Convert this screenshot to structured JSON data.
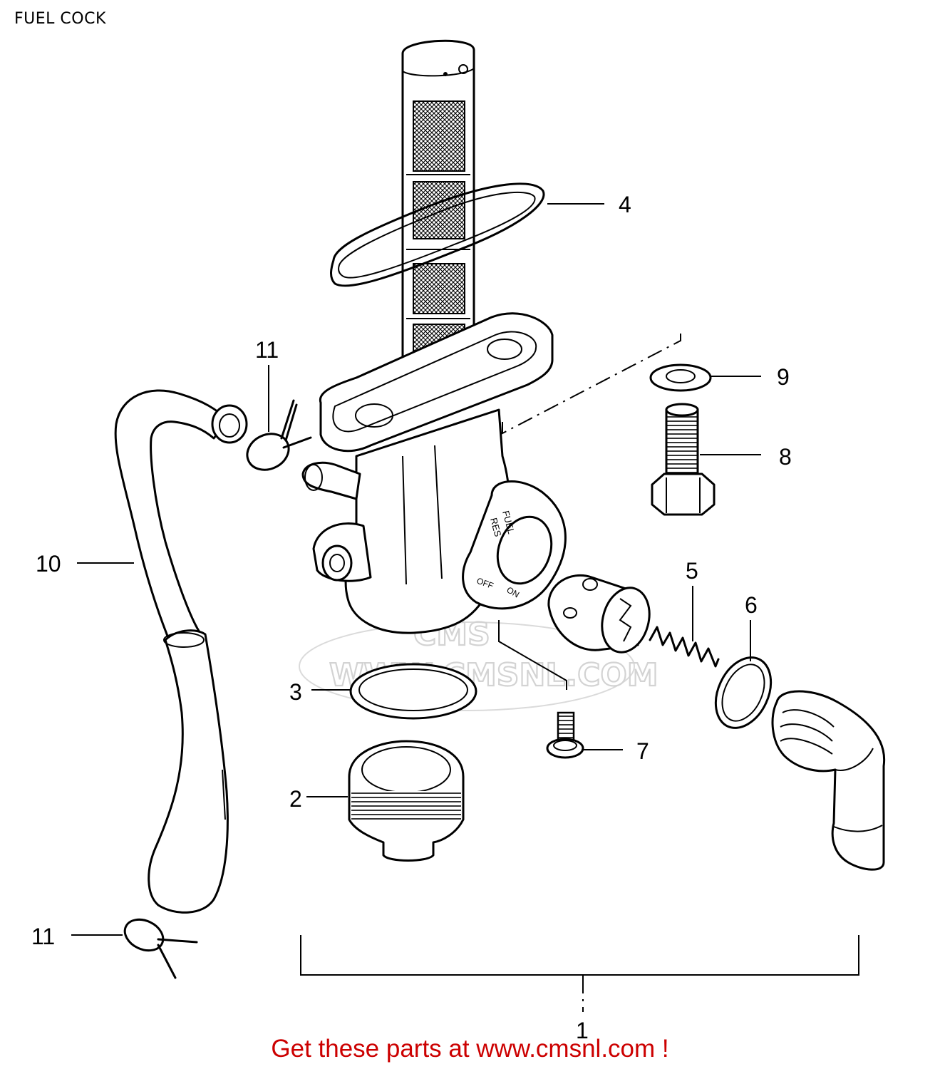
{
  "page": {
    "title": "FUEL COCK",
    "promo_text": "Get these parts at www.cmsnl.com !"
  },
  "watermark": {
    "text": "WWW.CMSNL.COM",
    "logo": "CMS"
  },
  "callouts": {
    "c1": "1",
    "c2": "2",
    "c3": "3",
    "c4": "4",
    "c5": "5",
    "c6": "6",
    "c7": "7",
    "c8": "8",
    "c9": "9",
    "c10": "10",
    "c11_top": "11",
    "c11_bottom": "11"
  },
  "lever_markings": {
    "fuel": "FUEL",
    "res": "RES",
    "off": "OFF",
    "on": "ON"
  }
}
